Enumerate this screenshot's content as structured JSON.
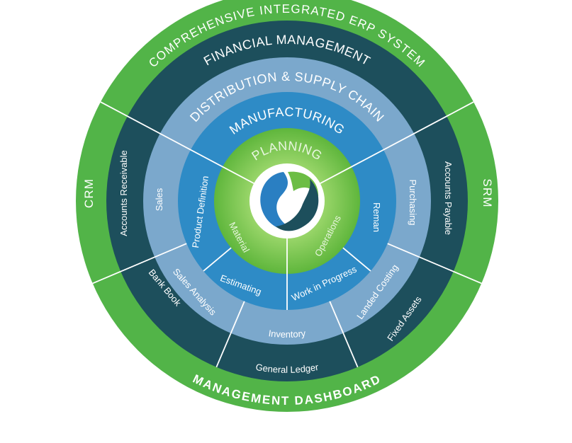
{
  "title": "COMPREHENSIVE INTEGRATED ERP SYSTEM",
  "rings": {
    "outer": {
      "top": "COMPREHENSIVE INTEGRATED ERP SYSTEM",
      "left": "CRM",
      "right": "SRM",
      "bottom": "MANAGEMENT DASHBOARD"
    },
    "financial": {
      "title": "FINANCIAL MANAGEMENT",
      "items": [
        "Accounts Receivable",
        "Bank Book",
        "General Ledger",
        "Fixed Assets",
        "Accounts Payable"
      ]
    },
    "distribution": {
      "title": "DISTRIBUTION & SUPPLY CHAIN",
      "items": [
        "Sales",
        "Sales Analysis",
        "Inventory",
        "Landed Costing",
        "Purchasing"
      ]
    },
    "manufacturing": {
      "title": "MANUFACTURING",
      "items": [
        "Product Definition",
        "Estimating",
        "Work in Progress",
        "Reman"
      ]
    },
    "planning": {
      "title": "PLANNING",
      "items": [
        "Material",
        "Operations"
      ]
    }
  },
  "center_icon": "swirl-logo-icon",
  "colors": {
    "outer_green": "#52b448",
    "financial_dark": "#1d4f5c",
    "distribution_light_blue": "#7ba8cc",
    "manufacturing_blue": "#2e8bc6",
    "planning_green": "#6cbd45",
    "divider": "#ffffff"
  }
}
